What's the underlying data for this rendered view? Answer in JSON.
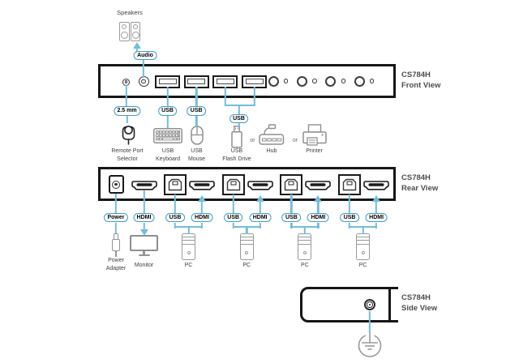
{
  "colors": {
    "accent_blue": "#3e9ec9",
    "connector_blue": "#74bdda",
    "panel_border_black": "#161616",
    "view_label_gray": "#4d4d4d",
    "icon_gray": "#9a9a9a"
  },
  "speakers": {
    "label": "Speakers"
  },
  "front_view": {
    "model": "CS784H",
    "view": "Front View",
    "audio_pill": "Audio",
    "jack_pill": "2.5 mm",
    "usb_pill_1": "USB",
    "usb_pill_2": "USB",
    "usb_pill_shared": "USB",
    "remote_label_1": "Remote Port",
    "remote_label_2": "Selector",
    "keyboard_label_1": "USB",
    "keyboard_label_2": "Keyboard",
    "mouse_label_1": "USB",
    "mouse_label_2": "Mouse",
    "flash_label_1": "USB",
    "flash_label_2": "Flash Drive",
    "or_1": "or",
    "hub_label": "Hub",
    "or_2": "or",
    "printer_label": "Printer"
  },
  "rear_view": {
    "model": "CS784H",
    "view": "Rear View",
    "power_pill": "Power",
    "hdmi_pill": "HDMI",
    "power_adapter_label_1": "Power",
    "power_adapter_label_2": "Adapter",
    "monitor_label": "Monitor",
    "pairs": [
      {
        "usb_pill": "USB",
        "hdmi_pill": "HDMI",
        "pc_label": "PC"
      },
      {
        "usb_pill": "USB",
        "hdmi_pill": "HDMI",
        "pc_label": "PC"
      },
      {
        "usb_pill": "USB",
        "hdmi_pill": "HDMI",
        "pc_label": "PC"
      },
      {
        "usb_pill": "USB",
        "hdmi_pill": "HDMI",
        "pc_label": "PC"
      }
    ]
  },
  "side_view": {
    "model": "CS784H",
    "view": "Side View"
  }
}
